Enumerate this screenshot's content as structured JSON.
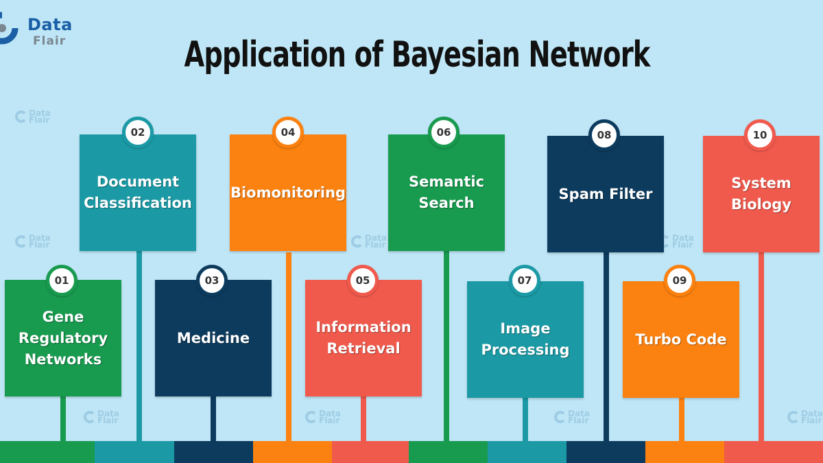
{
  "brand": {
    "name_line1": "Data",
    "name_line2": "Flair"
  },
  "title": "Application of Bayesian Network",
  "colors": {
    "green": "#189a4f",
    "teal": "#1b9aa5",
    "navy": "#0d3b5e",
    "orange": "#fb8110",
    "coral": "#f05a4d",
    "background": "#bfe6f6"
  },
  "items": [
    {
      "number": "01",
      "label": "Gene Regulatory Networks",
      "color": "green"
    },
    {
      "number": "02",
      "label": "Document Classification",
      "color": "teal"
    },
    {
      "number": "03",
      "label": "Medicine",
      "color": "navy"
    },
    {
      "number": "04",
      "label": "Biomonitoring",
      "color": "orange"
    },
    {
      "number": "05",
      "label": "Information Retrieval",
      "color": "coral"
    },
    {
      "number": "06",
      "label": "Semantic Search",
      "color": "green"
    },
    {
      "number": "07",
      "label": "Image Processing",
      "color": "teal"
    },
    {
      "number": "08",
      "label": "Spam Filter",
      "color": "navy"
    },
    {
      "number": "09",
      "label": "Turbo Code",
      "color": "orange"
    },
    {
      "number": "10",
      "label": "System Biology",
      "color": "coral"
    }
  ]
}
